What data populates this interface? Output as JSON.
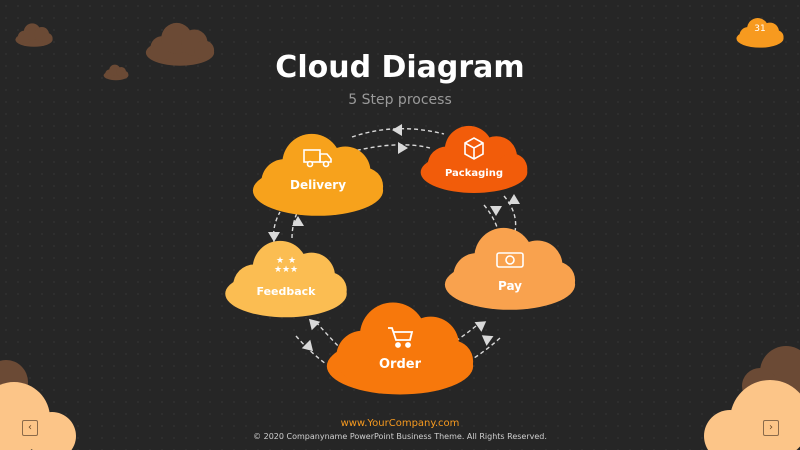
{
  "slide": {
    "title": "Cloud Diagram",
    "subtitle": "5 Step process",
    "page_number": "31"
  },
  "steps": [
    {
      "label": "Delivery",
      "icon": "truck-icon",
      "color": "#f7a21c"
    },
    {
      "label": "Packaging",
      "icon": "box-icon",
      "color": "#f25c0a"
    },
    {
      "label": "Pay",
      "icon": "money-icon",
      "color": "#f9a24e"
    },
    {
      "label": "Order",
      "icon": "cart-icon",
      "color": "#f7780c"
    },
    {
      "label": "Feedback",
      "icon": "stars-icon",
      "color": "#fbbd52"
    }
  ],
  "colors": {
    "background": "#262626",
    "decor_brown": "#6b4a35",
    "decor_peach": "#fcc588",
    "arrow": "#d9d9d9",
    "accent": "#f79a1f"
  },
  "footer": {
    "website": "www.YourCompany.com",
    "copyright": "© 2020 Companyname  PowerPoint  Business Theme. All Rights Reserved."
  },
  "nav": {
    "prev_icon": "chevron-left-icon",
    "next_icon": "chevron-right-icon"
  }
}
